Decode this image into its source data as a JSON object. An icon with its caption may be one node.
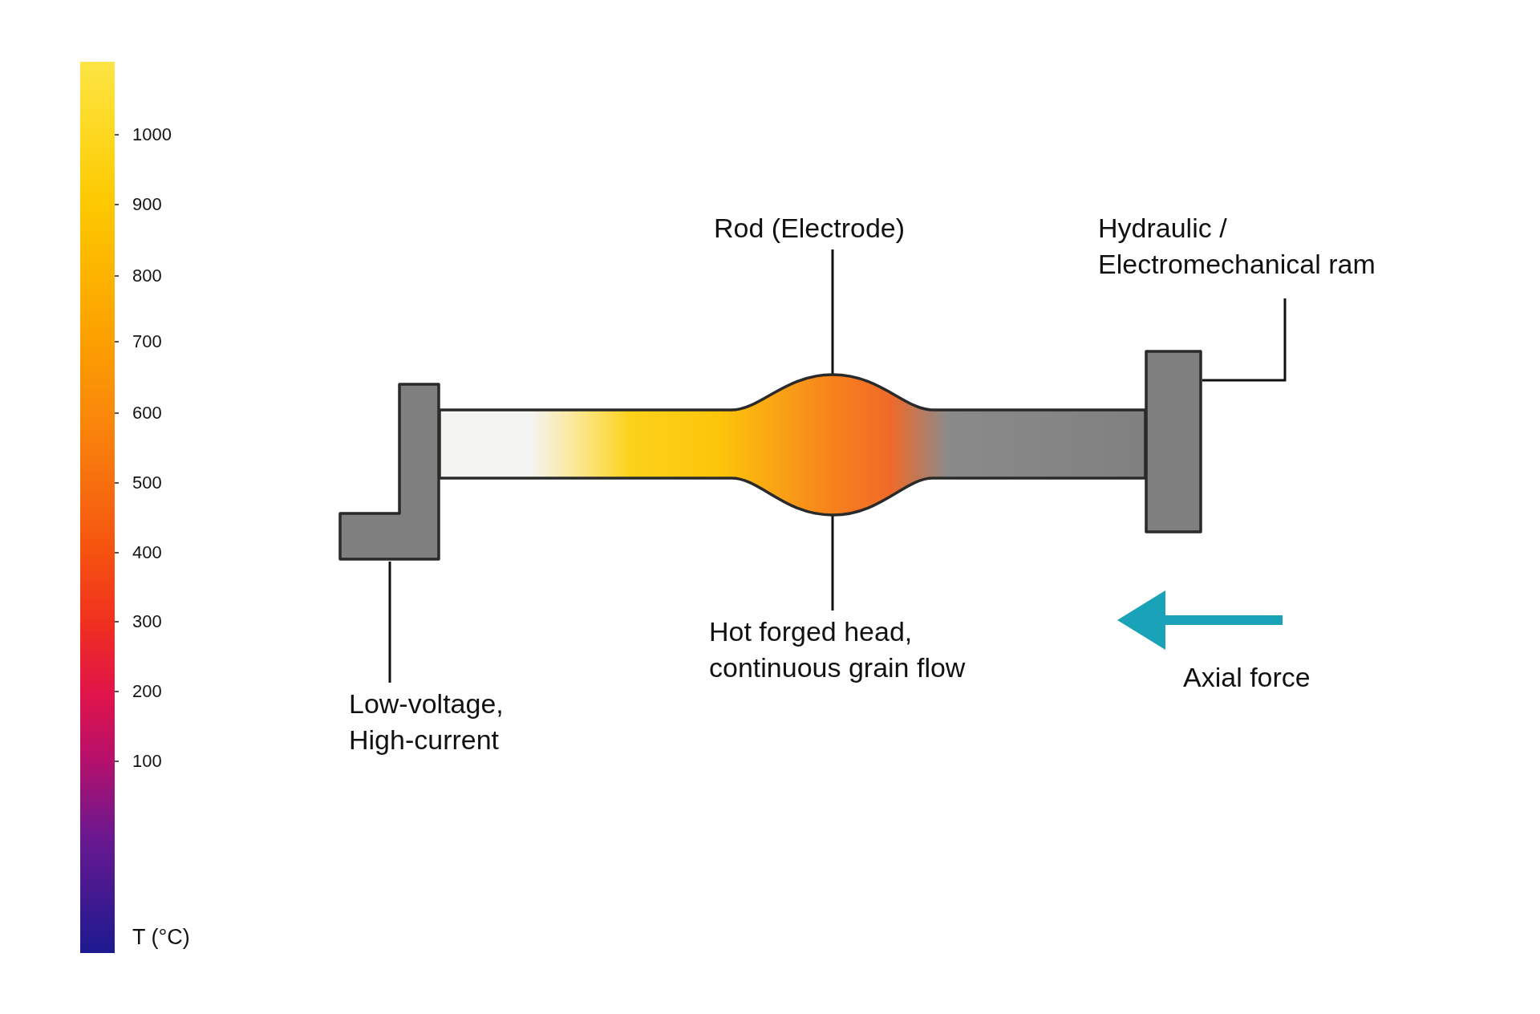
{
  "diagram": {
    "nodes": [
      {
        "text": [
          "Rod (Electrode)"
        ]
      },
      {
        "text": [
          "Hydraulic / Electromechanical ram"
        ]
      },
      {
        "text": [],
        "shape": "box"
      },
      {
        "text": [],
        "shape": "bar"
      },
      {
        "text": [],
        "shape": "box"
      },
      {
        "text": [
          "Hot forged head, continuous grain flow"
        ]
      },
      {
        "text": [
          "Low-voltage, High-current"
        ]
      }
    ],
    "edges": [
      {
        "from": 0,
        "to": 3,
        "arrow": "none"
      },
      {
        "from": 1,
        "to": 4,
        "arrow": "none"
      },
      {
        "from": 5,
        "to": 3,
        "arrow": "none"
      },
      {
        "from": 6,
        "to": 2,
        "arrow": "none"
      }
    ],
    "labels": [
      "1000",
      "900",
      "800",
      "700",
      "600",
      "500",
      "400",
      "300",
      "200",
      "100",
      "T (°C)",
      "Axial force"
    ]
  }
}
